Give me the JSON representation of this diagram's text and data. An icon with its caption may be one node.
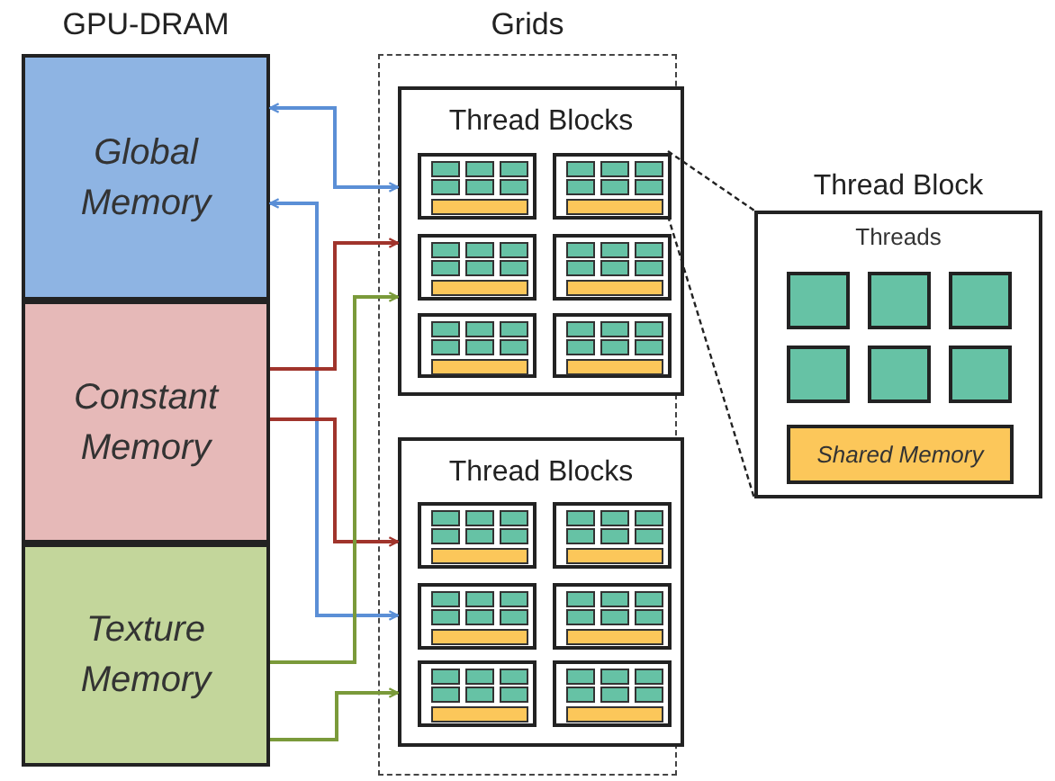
{
  "diagram": {
    "nodes": [
      {
        "text": [
          "GPU-DRAM"
        ]
      },
      {
        "text": [
          "Global Memory"
        ],
        "in": 0
      },
      {
        "text": [
          "Constant Memory"
        ],
        "in": 0
      },
      {
        "text": [
          "Texture Memory"
        ],
        "in": 0
      },
      {
        "text": [
          "Grids"
        ]
      },
      {
        "text": [
          "Thread Blocks"
        ],
        "in": 4
      },
      {
        "text": [],
        "shape": "box",
        "in": 5
      },
      {
        "text": [],
        "shape": "box",
        "in": 5
      },
      {
        "text": [],
        "shape": "box",
        "in": 5
      },
      {
        "text": [],
        "shape": "box",
        "in": 5
      },
      {
        "text": [],
        "shape": "box",
        "in": 5
      },
      {
        "text": [],
        "shape": "box",
        "in": 5
      },
      {
        "text": [
          "Thread Blocks"
        ],
        "in": 4
      },
      {
        "text": [],
        "shape": "box",
        "in": 12
      },
      {
        "text": [],
        "shape": "box",
        "in": 12
      },
      {
        "text": [],
        "shape": "box",
        "in": 12
      },
      {
        "text": [],
        "shape": "box",
        "in": 12
      },
      {
        "text": [],
        "shape": "box",
        "in": 12
      },
      {
        "text": [],
        "shape": "box",
        "in": 12
      },
      {
        "text": [
          "Thread Block",
          "Threads"
        ]
      },
      {
        "text": [
          "Shared Memory"
        ],
        "in": 19
      }
    ],
    "edges": [
      {
        "from": 1,
        "to": 5,
        "arrow": "both",
        "color": "#5b8fd6"
      },
      {
        "from": 1,
        "to": 12,
        "arrow": "both",
        "color": "#5b8fd6"
      },
      {
        "from": 2,
        "to": 5,
        "arrow": "to",
        "color": "#a0342c"
      },
      {
        "from": 2,
        "to": 12,
        "arrow": "to",
        "color": "#a0342c"
      },
      {
        "from": 3,
        "to": 5,
        "arrow": "to",
        "color": "#7a9a3a"
      },
      {
        "from": 3,
        "to": 12,
        "arrow": "to",
        "color": "#7a9a3a"
      },
      {
        "from": 7,
        "to": 19,
        "arrow": "none",
        "style": "dashed",
        "color": "#222222"
      },
      {
        "from": 7,
        "to": 19,
        "arrow": "none",
        "style": "dashed",
        "color": "#222222"
      }
    ]
  }
}
